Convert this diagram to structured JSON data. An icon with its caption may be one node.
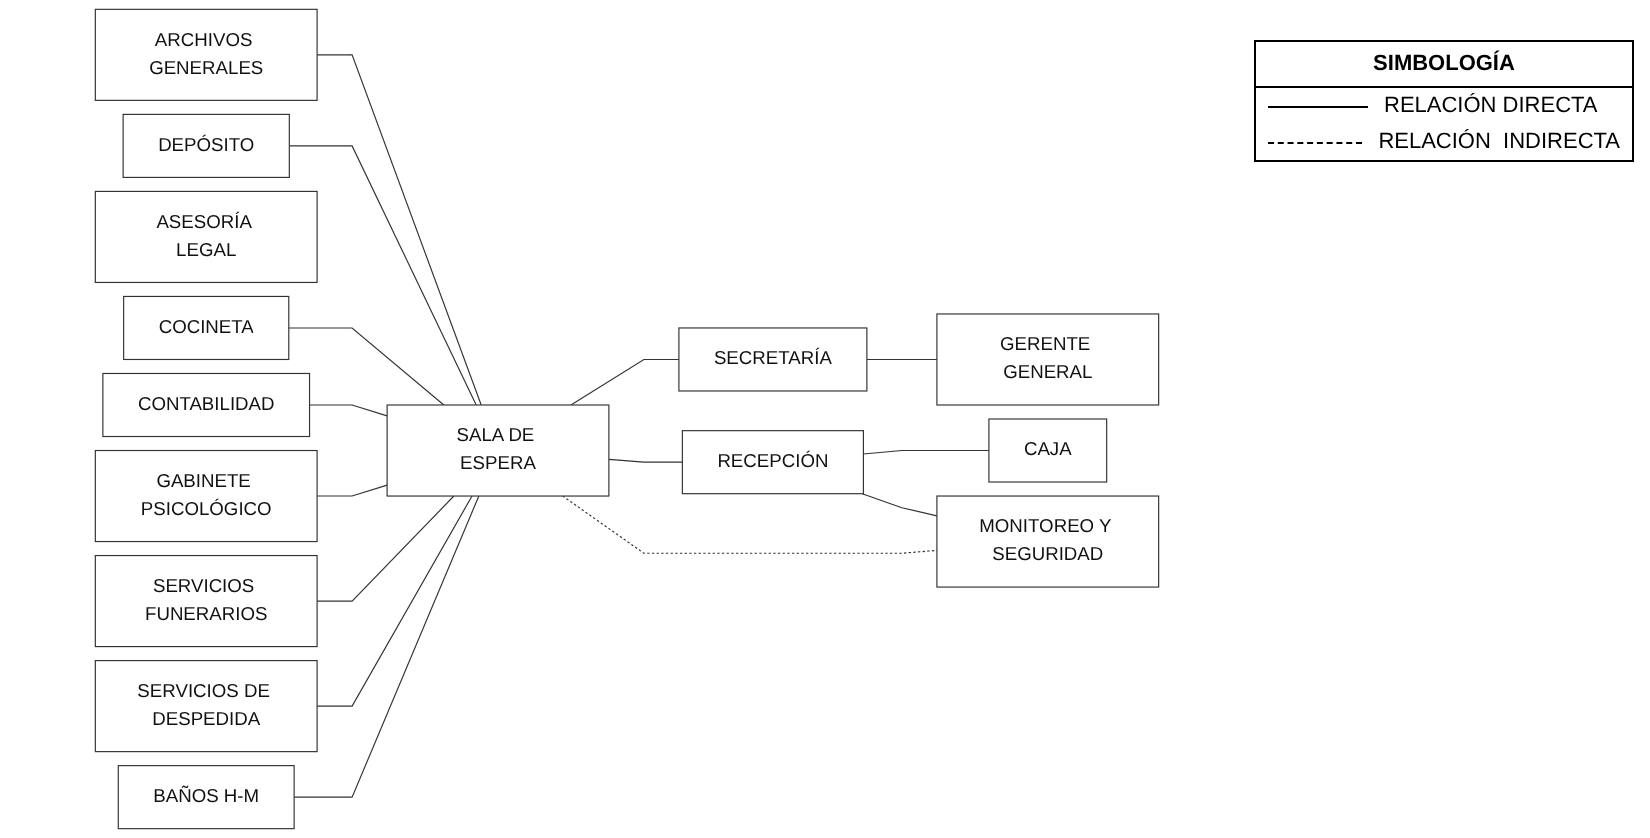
{
  "diagram": {
    "nodes": [
      {
        "text": [
          "ARCHIVOS GENERALES"
        ]
      },
      {
        "text": [
          "DEPÓSITO"
        ]
      },
      {
        "text": [
          "ASESORÍA LEGAL"
        ]
      },
      {
        "text": [
          "BAÑOS H-M"
        ]
      },
      {
        "text": [
          "COCINETA"
        ]
      },
      {
        "text": [
          "CONTABILIDAD"
        ]
      },
      {
        "text": [
          "GABINETE PSICOLÓGICO"
        ]
      },
      {
        "text": [
          "SERVICIOS FUNERARIOS"
        ]
      },
      {
        "text": [
          "SERVICIOS DE DESPEDIDA"
        ]
      },
      {
        "text": [
          "SALA DE ESPERA"
        ]
      },
      {
        "text": [
          "SECRETARÍA"
        ]
      },
      {
        "text": [
          "GERENTE GENERAL"
        ]
      },
      {
        "text": [
          "CAJA"
        ]
      },
      {
        "text": [
          "RECEPCIÓN"
        ]
      },
      {
        "text": [
          "MONITOREO Y SEGURIDAD"
        ]
      }
    ],
    "edges": [
      {
        "from": 0,
        "to": 9,
        "arrow": "none"
      },
      {
        "from": 1,
        "to": 9,
        "arrow": "none"
      },
      {
        "from": 4,
        "to": 9,
        "arrow": "none"
      },
      {
        "from": 5,
        "to": 9,
        "arrow": "none"
      },
      {
        "from": 6,
        "to": 9,
        "arrow": "none"
      },
      {
        "from": 7,
        "to": 9,
        "arrow": "none"
      },
      {
        "from": 8,
        "to": 9,
        "arrow": "none"
      },
      {
        "from": 3,
        "to": 9,
        "arrow": "none"
      },
      {
        "from": 9,
        "to": 10,
        "arrow": "none"
      },
      {
        "from": 10,
        "to": 11,
        "arrow": "none"
      },
      {
        "from": 9,
        "to": 13,
        "arrow": "none"
      },
      {
        "from": 13,
        "to": 12,
        "arrow": "none"
      },
      {
        "from": 13,
        "to": 14,
        "arrow": "none"
      },
      {
        "from": 9,
        "to": 14,
        "arrow": "none",
        "style": "dashed"
      }
    ],
    "labels": [
      "SIMBOLOGÍA"
    ],
    "legend": [
      {
        "text": "RELACIÓN DIRECTA"
      },
      {
        "text": "RELACIÓN  INDIRECTA"
      }
    ]
  }
}
